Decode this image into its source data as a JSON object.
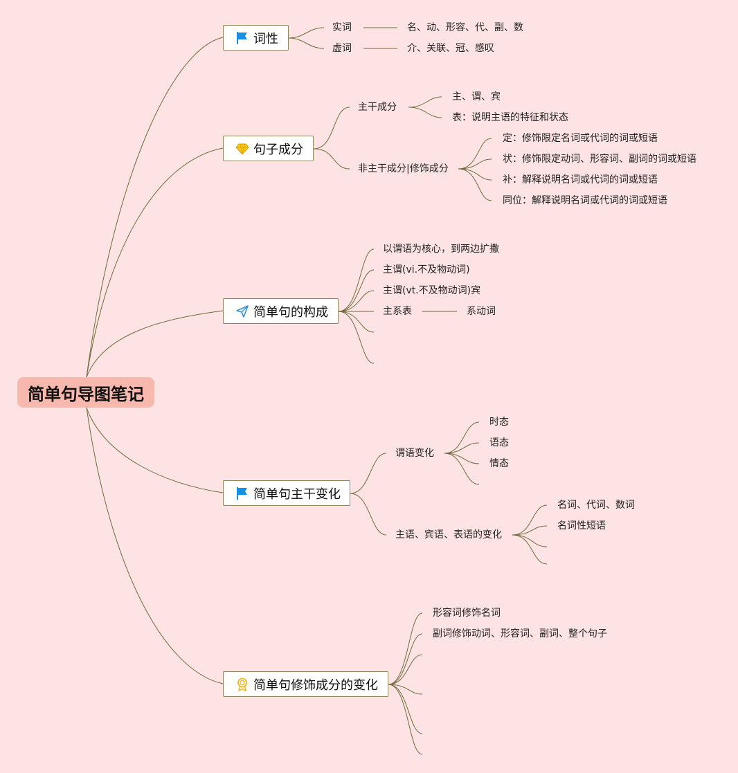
{
  "root": {
    "label": "简单句导图笔记"
  },
  "topics": {
    "ci_xing": {
      "label": "词性",
      "icon": "blue-flag-icon",
      "shi_ci": {
        "label": "实词",
        "detail": "名、动、形容、代、副、数"
      },
      "xu_ci": {
        "label": "虚词",
        "detail": "介、关联、冠、感叹"
      }
    },
    "ju_zi_cheng_fen": {
      "label": "句子成分",
      "icon": "diamond-icon",
      "zhu_gan": {
        "label": "主干成分",
        "items": [
          "主、谓、宾",
          "表：说明主语的特征和状态"
        ]
      },
      "fei_zhu_gan": {
        "label": "非主干成分|修饰成分",
        "items": [
          "定：修饰限定名词或代词的词或短语",
          "状：修饰限定动词、形容词、副词的词或短语",
          "补：解释说明名词或代词的词或短语",
          "同位：解释说明名词或代词的词或短语"
        ]
      }
    },
    "gou_cheng": {
      "label": "简单句的构成",
      "icon": "paper-plane-icon",
      "items": [
        "以谓语为核心，到两边扩撒",
        "主谓(vi.不及物动词)",
        "主谓(vt.不及物动词)宾",
        "主系表"
      ],
      "zhu_xi_biao_child": "系动词"
    },
    "zhu_gan_bian_hua": {
      "label": "简单句主干变化",
      "icon": "blue-flag-icon",
      "wei_yu": {
        "label": "谓语变化",
        "items": [
          "时态",
          "语态",
          "情态"
        ]
      },
      "zhu_bin_biao": {
        "label": "主语、宾语、表语的变化",
        "items": [
          "名词、代词、数词",
          "名词性短语"
        ]
      }
    },
    "xiu_shi_bian_hua": {
      "label": "简单句修饰成分的变化",
      "icon": "award-ribbon-icon",
      "items": [
        "形容词修饰名词",
        "副词修饰动词、形容词、副词、整个句子"
      ]
    }
  },
  "colors": {
    "background": "#fde3e3",
    "root_fill": "#f7b8ae",
    "line": "#6e6a3c",
    "flag_blue": "#1a8fe0",
    "diamond_yellow": "#f5c518",
    "plane_blue": "#2f8fd8",
    "award_yellow": "#f2b824"
  }
}
